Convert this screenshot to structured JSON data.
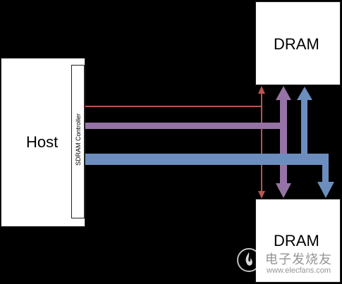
{
  "host": {
    "label": "Host"
  },
  "controller": {
    "label": "SDRAM Controller"
  },
  "dram_top": {
    "label": "DRAM"
  },
  "dram_bottom": {
    "label": "DRAM"
  },
  "watermark": {
    "text": "电子发烧友",
    "url": "www.elecfans.com"
  },
  "colors": {
    "background": "#000000",
    "box": "#ffffff",
    "signal_red": "#b85450",
    "signal_purple": "#9673a6",
    "signal_blue": "#6c8ebf"
  }
}
